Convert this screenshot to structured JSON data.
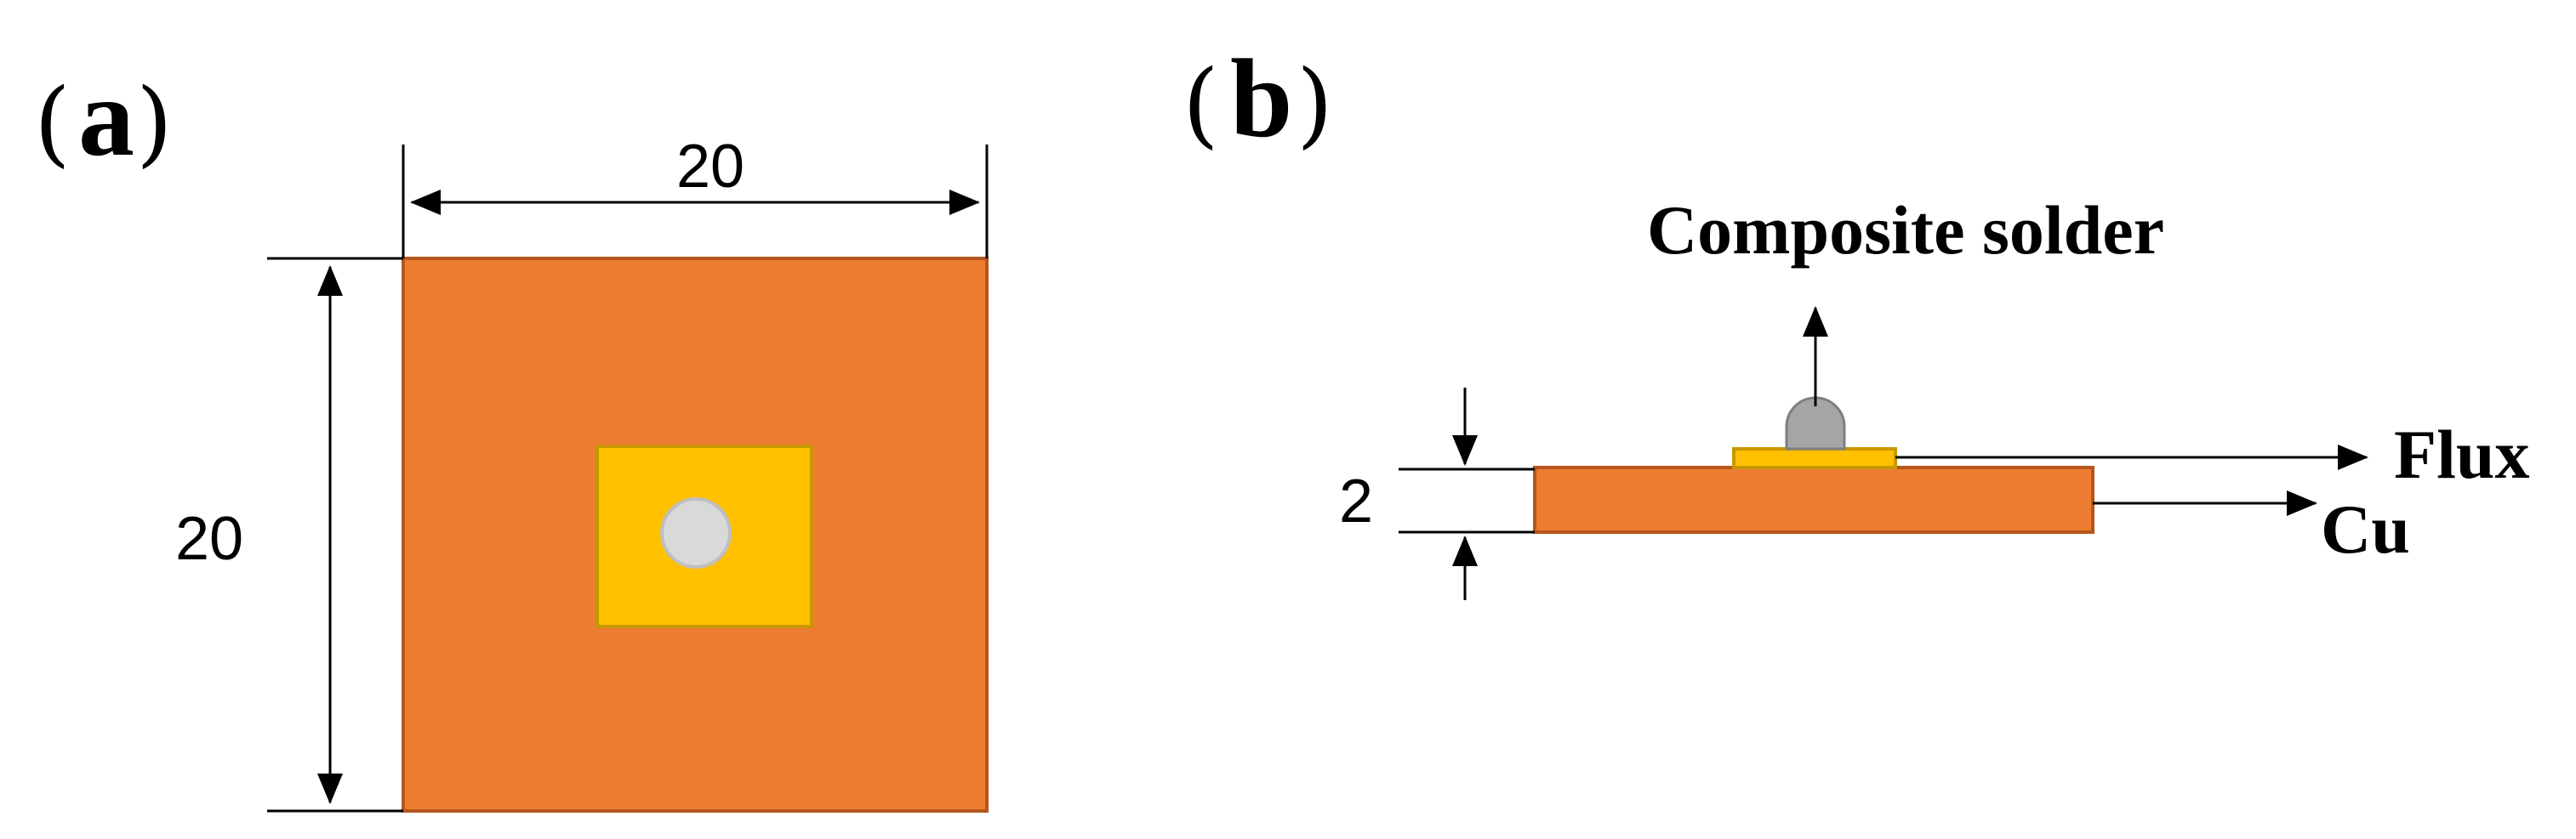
{
  "panel_a": {
    "paren_open": "(",
    "letter": "a",
    "paren_close": ")",
    "width_dimension": "20",
    "height_dimension": "20"
  },
  "panel_b": {
    "paren_open": "(",
    "letter": "b",
    "paren_close": ")",
    "thickness_dimension": "2",
    "labels": {
      "composite_solder": "Composite solder",
      "flux": "Flux",
      "cu": "Cu"
    }
  },
  "colors": {
    "copper": "#ED7D31",
    "copper_border": "#B5561C",
    "flux": "#FFC000",
    "flux_border": "#C99700",
    "solder_top": "#D9D9D9",
    "solder_side": "#A5A5A5",
    "line": "#000000"
  }
}
